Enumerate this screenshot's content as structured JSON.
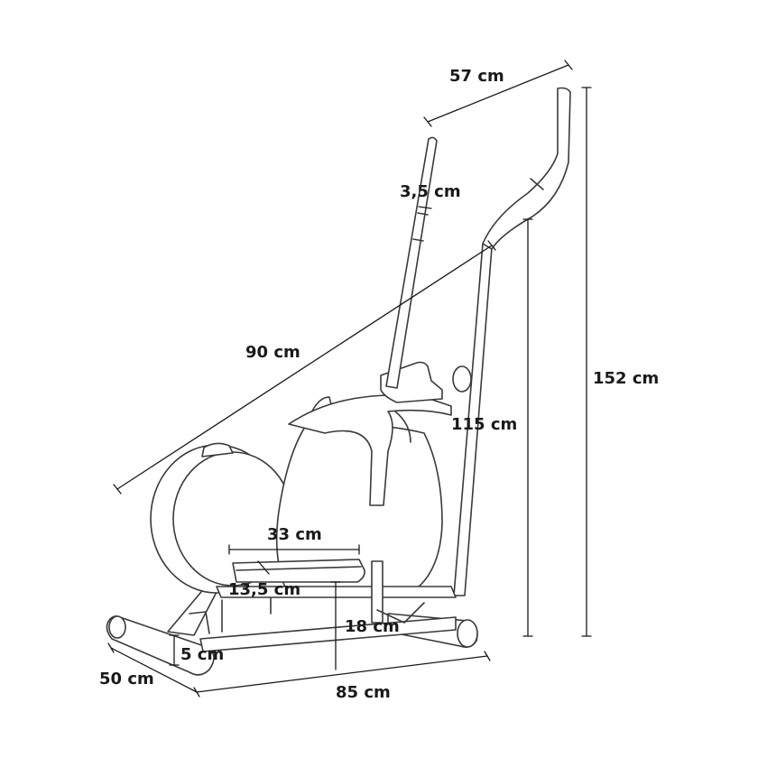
{
  "colors": {
    "ink": "#1a1a1a",
    "outline": "#3a3a3a",
    "background": "#ffffff"
  },
  "dimensions": {
    "width_top": "57 cm",
    "tube_diameter": "3,5 cm",
    "total_height": "152 cm",
    "diagonal_length": "90 cm",
    "handle_height": "115 cm",
    "pedal_length": "33 cm",
    "pedal_width": "13,5 cm",
    "pedal_height": "18 cm",
    "foot_height": "5 cm",
    "base_width": "50 cm",
    "base_length": "85 cm"
  }
}
